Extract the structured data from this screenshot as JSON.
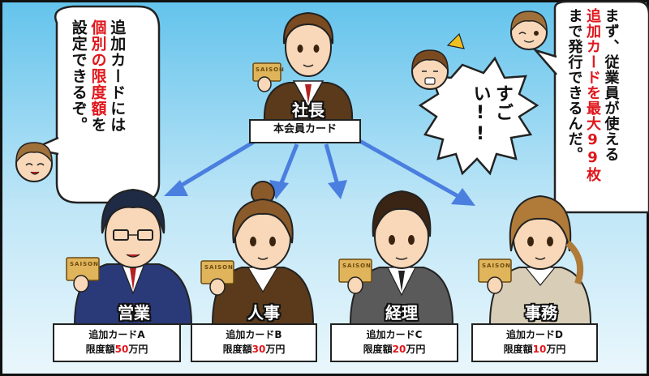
{
  "bubble_left": {
    "line1": "追加カードには",
    "line2_red": "個別の限度額",
    "line2_black": "を",
    "line3": "設定できるぞ。"
  },
  "bubble_right": {
    "line1": "まず、従業員が使える",
    "line2_red": "追加カードを最大99枚",
    "line3": "まで発行できるんだ。"
  },
  "bubble_middle": {
    "text": "すごい!!"
  },
  "president": {
    "title": "社長",
    "card": "本会員カード"
  },
  "card_brand": "SAISON",
  "employees": [
    {
      "title": "営業",
      "card": "追加カードA",
      "limit_prefix": "限度額",
      "limit_amount": "50",
      "limit_suffix": "万円"
    },
    {
      "title": "人事",
      "card": "追加カードB",
      "limit_prefix": "限度額",
      "limit_amount": "30",
      "limit_suffix": "万円"
    },
    {
      "title": "経理",
      "card": "追加カードC",
      "limit_prefix": "限度額",
      "limit_amount": "20",
      "limit_suffix": "万円"
    },
    {
      "title": "事務",
      "card": "追加カードD",
      "limit_prefix": "限度額",
      "limit_amount": "10",
      "limit_suffix": "万円"
    }
  ],
  "colors": {
    "sky_top": "#6cc8ee",
    "sky_bottom": "#dff3fb",
    "arrow": "#4a7fe0",
    "card_gold": "#e0b45a",
    "limit_red": "#e0161c"
  }
}
